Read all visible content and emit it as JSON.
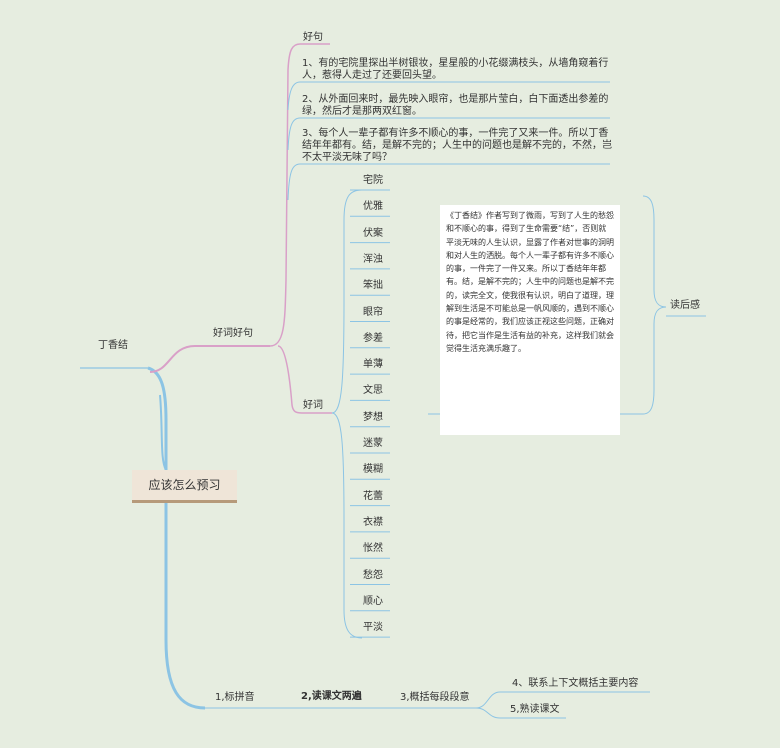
{
  "root": "应该怎么预习",
  "topic_left": "丁香结",
  "branch_words": "好词好句",
  "good_sentences": {
    "title": "好句",
    "items": [
      "1、有的宅院里探出半树银妆，星星般的小花缀满枝头，从墙角窥着行人，惹得人走过了还要回头望。",
      "2、从外面回来时，最先映入眼帘，也是那片莹白，白下面透出参差的绿，然后才是那两双红窗。",
      "3、每个人一辈子都有许多不顺心的事，一件完了又来一件。所以丁香结年年都有。结，是解不完的；人生中的问题也是解不完的，不然，岂不太平淡无味了吗？"
    ]
  },
  "good_words": {
    "title": "好词",
    "items": [
      "宅院",
      "优雅",
      "伏案",
      "浑浊",
      "笨拙",
      "眼帘",
      "参差",
      "单薄",
      "文思",
      "梦想",
      "迷蒙",
      "模糊",
      "花蕾",
      "衣襟",
      "怅然",
      "愁怨",
      "顺心",
      "平淡"
    ]
  },
  "reflection": {
    "title": "读后感",
    "text": "《丁香结》作者写到了微雨，写到了人生的愁怨和不顺心的事，得到了生命需要“结”，否则就平淡无味的人生认识，显露了作者对世事的洞明和对人生的洒脱。每个人一辈子都有许多不顺心的事，一件完了一件又来。所以丁香结年年都有。结，是解不完的；人生中的问题也是解不完的，读完全文，使我很有认识，明白了道理，理解到生活是不可能总是一帆风顺的，遇到不顺心的事是经常的，我们应该正视这些问题，正确对待，把它当作是生活有益的补充，这样我们就会觉得生活充满乐趣了。"
  },
  "steps": {
    "step1": "1,标拼音",
    "step2": "2,读课文两遍",
    "step3": "3,概括每段段意",
    "step4": "4、联系上下文概括主要内容",
    "step5": "5,熟读课文"
  },
  "colors": {
    "background": "#e6ede0",
    "branch_pink": "#d9a0c8",
    "branch_blue": "#8cc4e4",
    "root_fill": "#efe5d8",
    "root_border": "#b69a7a"
  }
}
